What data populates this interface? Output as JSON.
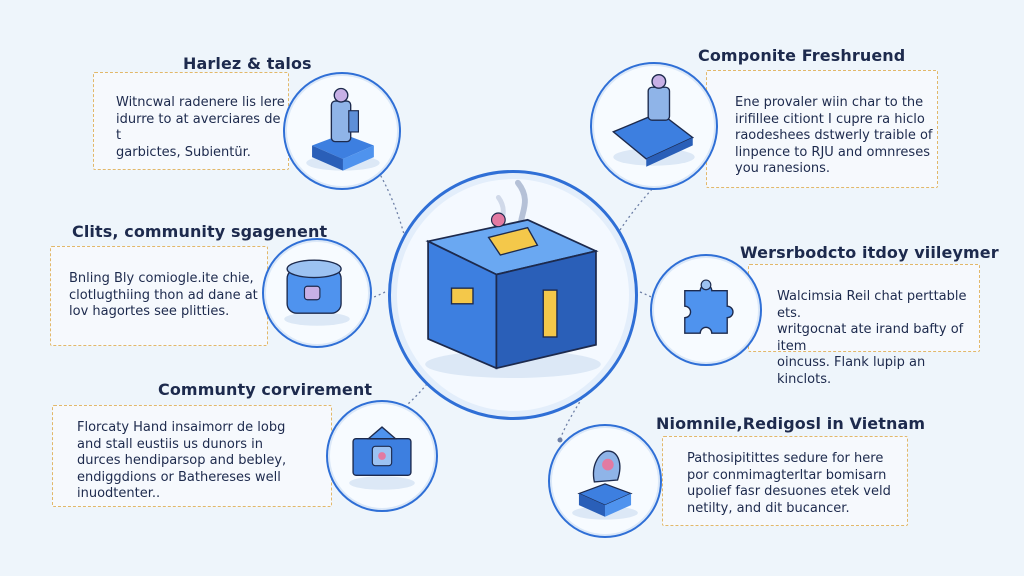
{
  "nodes": [
    {
      "title": "Harlez & talos",
      "lines": [
        "Witncwal radenere lis lere",
        "idurre to at averciares de t",
        "garbictes, Subientür."
      ]
    },
    {
      "title": "Componite Freshruend",
      "lines": [
        "Ene provaler wiin char to the",
        "irifillee citiont I cupre ra hiclo",
        "raodeshees dstwerly traible of",
        "linpence to RJU and omnreses",
        "you ranesions."
      ]
    },
    {
      "title": "Clits, community sgagenent",
      "lines": [
        "Bnling Bly comiogle.ite chie,",
        "clotlugthiing thon ad dane at",
        "lov hagortes see plitties."
      ]
    },
    {
      "title": "Wersrbodcto itdoy viileymer",
      "lines": [
        "Walcimsia Reil chat perttable ets.",
        "writgocnat ate irand bafty of item",
        "oincuss. Flank lupip an kinclots."
      ]
    },
    {
      "title": "Communty corvirement",
      "lines": [
        "Florcaty Hand insaimorr de lobg",
        "and stall eustiis us dunors in",
        "durces hendiparsop and bebley,",
        "endiggdions or Bathereses well",
        "inuodtenter.."
      ]
    },
    {
      "title": "Niomnile,Redigosl in Vietnam",
      "lines": [
        "Pathosipitittes sedure for here",
        "por conmimagterltar bomisarn",
        "upolief fasr desuones etek veld",
        "netilty, and dit bucancer."
      ]
    }
  ],
  "colors": {
    "accent": "#2f6fd6",
    "box_border": "#e2b86a",
    "text": "#1d2a4d",
    "background": "#eef5fb"
  },
  "icons": [
    "statue-on-pedestal-icon",
    "tablet-and-figure-icon",
    "barrel-icon",
    "puzzle-piece-icon",
    "framed-display-icon",
    "bust-on-pedestal-icon",
    "ballot-box-icon"
  ]
}
